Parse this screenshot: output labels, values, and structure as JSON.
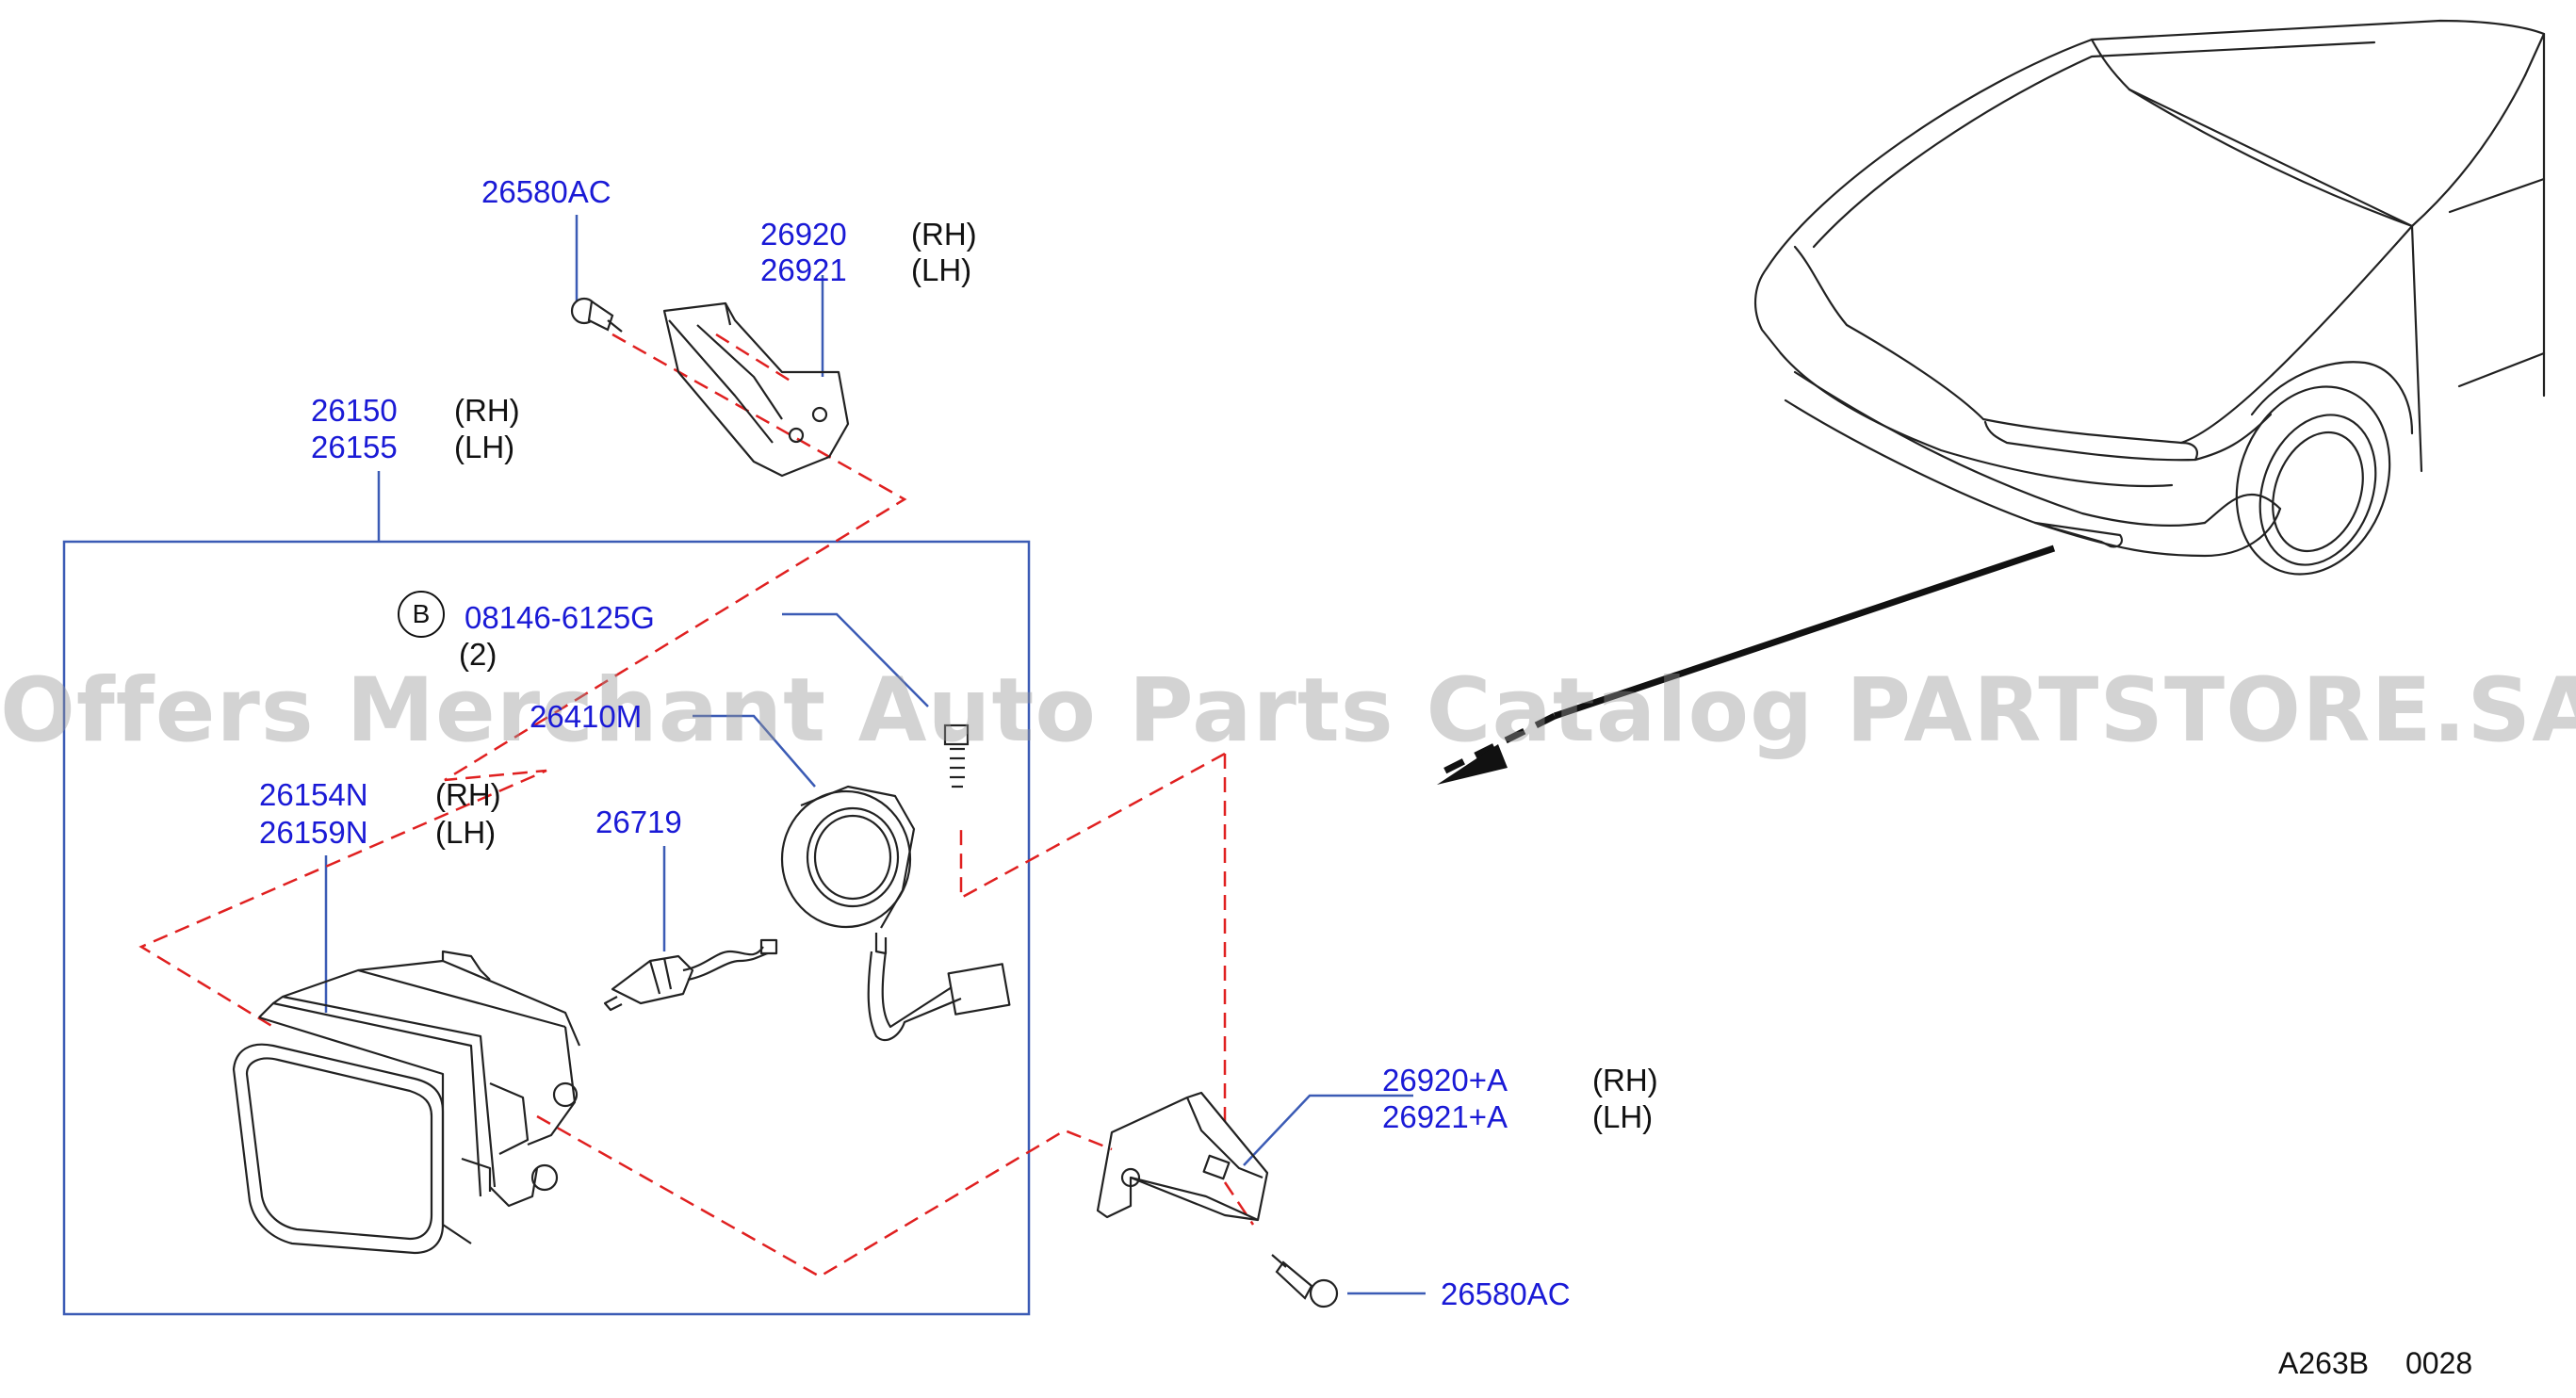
{
  "diagram": {
    "code": "A263B",
    "number": "0028",
    "watermark": "Offers Merchant Auto Parts Catalog PARTSTORE.SA"
  },
  "parts": {
    "screw_top": {
      "number": "26580AC"
    },
    "bracket_top": {
      "rh": "26920",
      "lh": "26921",
      "rh_side": "(RH)",
      "lh_side": "(LH)"
    },
    "fog_lamp_assy": {
      "rh": "26150",
      "lh": "26155",
      "rh_side": "(RH)",
      "lh_side": "(LH)"
    },
    "bolt": {
      "circle": "B",
      "number": "08146-6125G",
      "qty": "(2)"
    },
    "socket": {
      "number": "26410M"
    },
    "lamp_unit": {
      "rh": "26154N",
      "lh": "26159N",
      "rh_side": "(RH)",
      "lh_side": "(LH)"
    },
    "bulb": {
      "number": "26719"
    },
    "bracket_bottom": {
      "rh": "26920+A",
      "lh": "26921+A",
      "rh_side": "(RH)",
      "lh_side": "(LH)"
    },
    "screw_bottom": {
      "number": "26580AC"
    }
  }
}
